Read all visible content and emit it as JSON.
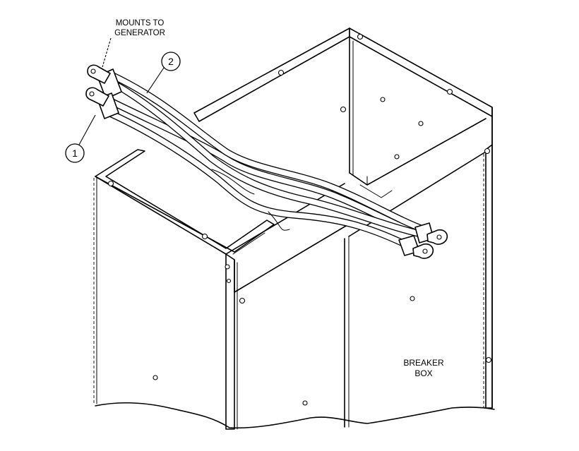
{
  "labels": {
    "mounts_line1": "MOUNTS TO",
    "mounts_line2": "GENERATOR",
    "breaker_line1": "BREAKER",
    "breaker_line2": "BOX"
  },
  "callouts": {
    "one": "1",
    "two": "2"
  }
}
